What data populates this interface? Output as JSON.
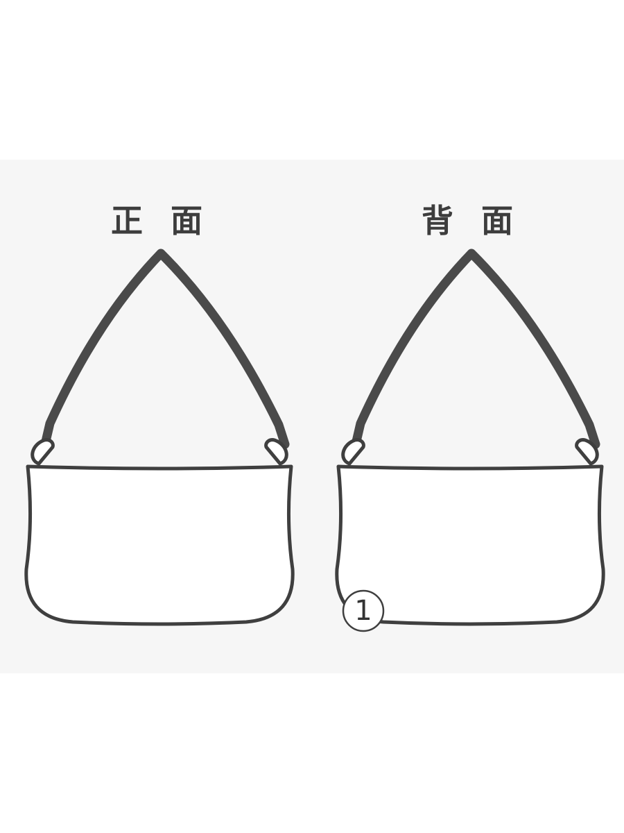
{
  "labels": {
    "front": "正 面",
    "back": "背 面"
  },
  "callout": {
    "number": "1"
  },
  "colors": {
    "strap": "#4a4a4a",
    "outline": "#3f3f3f",
    "panel_bg": "#f6f6f6",
    "bag_fill": "#ffffff"
  }
}
